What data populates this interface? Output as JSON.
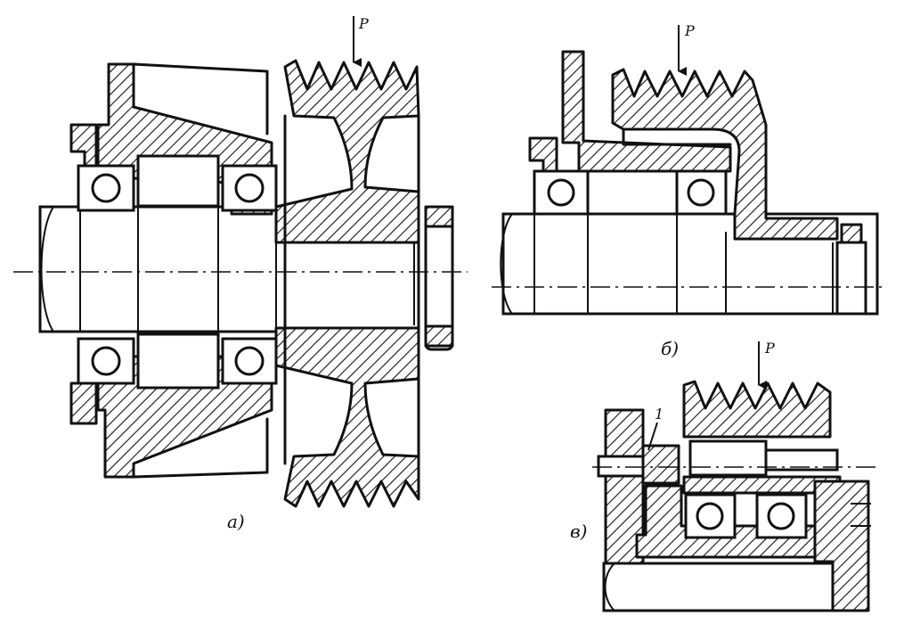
{
  "figure": {
    "load_symbol": "P",
    "views": [
      {
        "id": "a",
        "caption": "а)"
      },
      {
        "id": "b",
        "caption": "б)"
      },
      {
        "id": "c",
        "caption": "в)"
      }
    ],
    "callout_1": "1"
  }
}
